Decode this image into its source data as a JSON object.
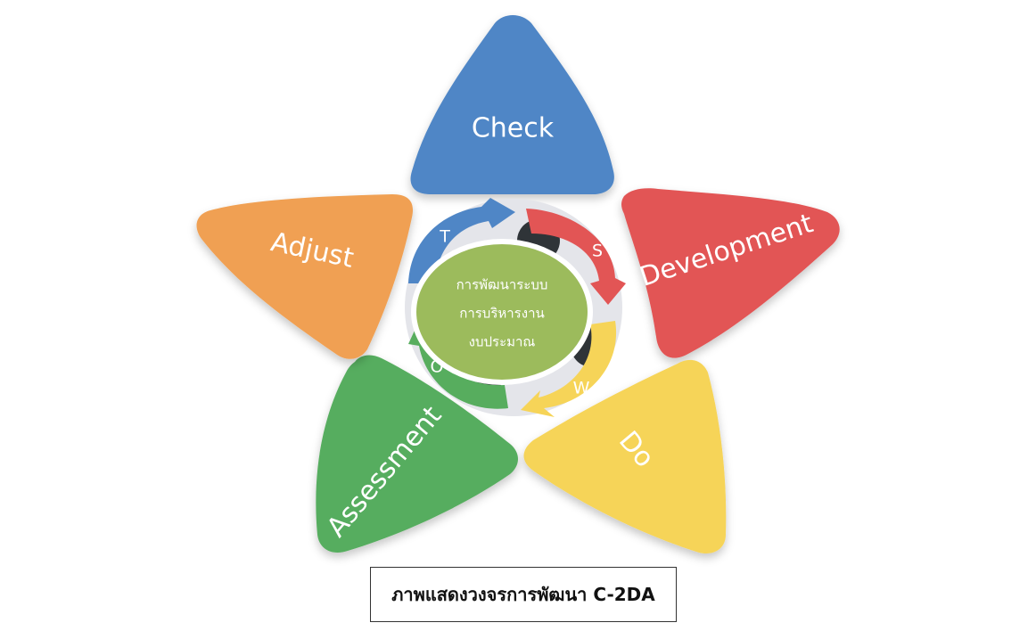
{
  "petals": [
    {
      "id": "check",
      "label": "Check",
      "color": "#4f86c6"
    },
    {
      "id": "development",
      "label": "Development",
      "color": "#e25555"
    },
    {
      "id": "do",
      "label": "Do",
      "color": "#f6d458"
    },
    {
      "id": "assessment",
      "label": "Assessment",
      "color": "#57ad5e"
    },
    {
      "id": "adjust",
      "label": "Adjust",
      "color": "#f0a052"
    }
  ],
  "ring": {
    "letters": {
      "t": "T",
      "s": "S",
      "w": "W",
      "o": "O"
    },
    "colors": {
      "t": "#4f86c6",
      "s": "#e25555",
      "w": "#f6d458",
      "o": "#57ad5e"
    }
  },
  "center": {
    "lines": [
      "การพัฒนาระบบ",
      "การบริหารงาน",
      "งบประมาณ"
    ],
    "color": "#9cbb5c"
  },
  "caption": "ภาพแสดงวงจรการพัฒนา  C-2DA"
}
